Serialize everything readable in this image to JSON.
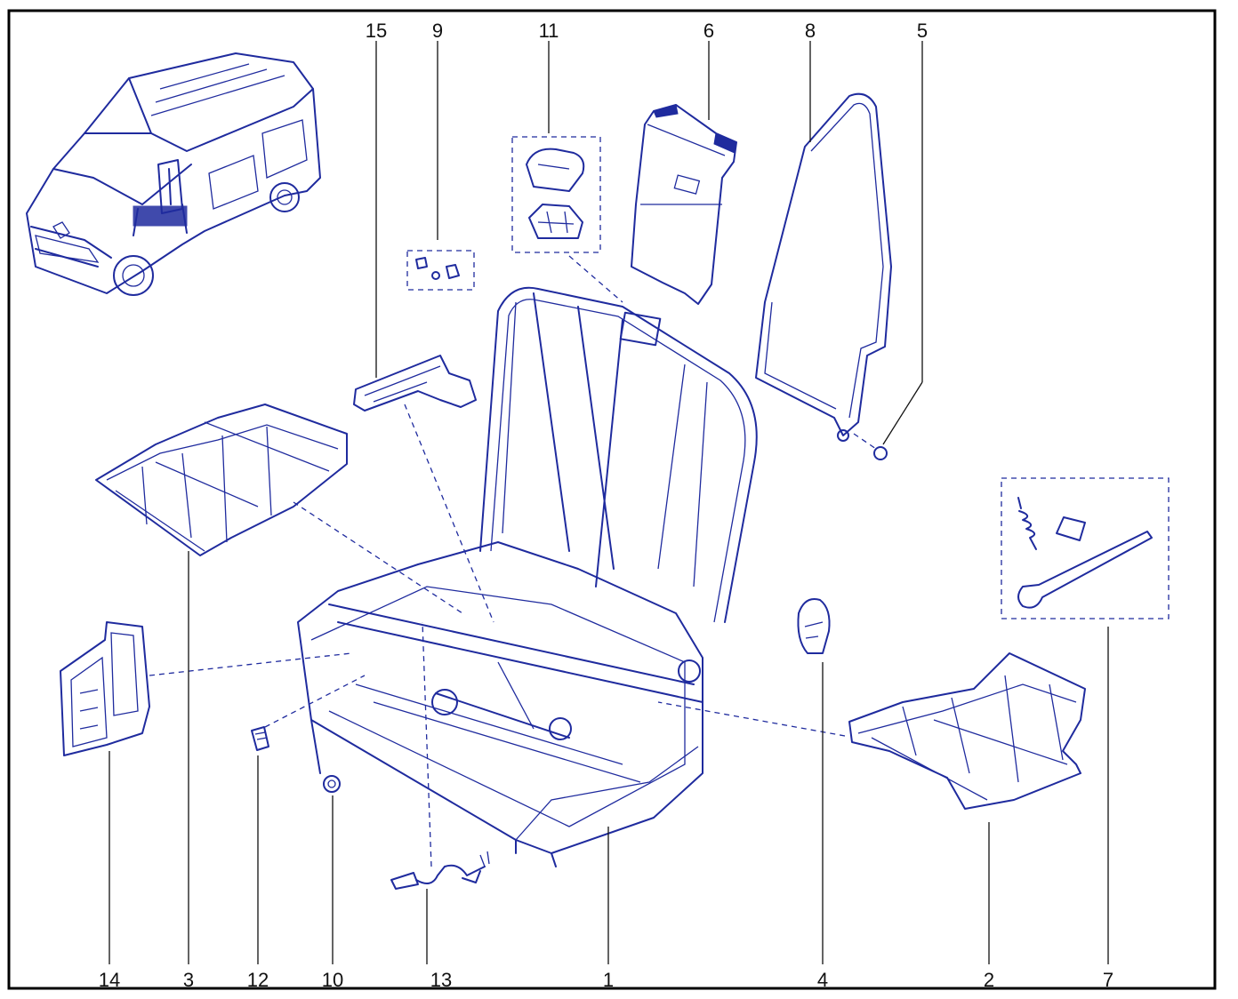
{
  "diagram": {
    "line_color": "#1f2b9e",
    "label_color": "#111111",
    "callouts_top": [
      "15",
      "9",
      "11",
      "6",
      "8",
      "5"
    ],
    "callouts_bottom": [
      "14",
      "3",
      "12",
      "10",
      "13",
      "1",
      "4",
      "2",
      "7"
    ],
    "vehicle_logo": "renault-logo-icon"
  }
}
